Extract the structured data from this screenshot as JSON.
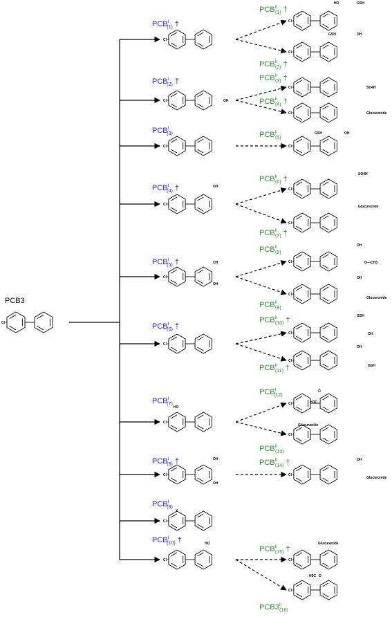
{
  "parent": {
    "label": "PCB3",
    "cl": "Cl"
  },
  "metabolites_I": [
    {
      "id": "i1",
      "base": "PCB",
      "sup": "I",
      "sub": "(1)",
      "dagger": "†",
      "annot": []
    },
    {
      "id": "i2",
      "base": "PCB",
      "sup": "I",
      "sub": "(2)",
      "dagger": "†",
      "annot": [
        "OH"
      ]
    },
    {
      "id": "i3",
      "base": "PCB",
      "sup": "I",
      "sub": "(3)",
      "dagger": "",
      "annot": []
    },
    {
      "id": "i4",
      "base": "PCB",
      "sup": "I",
      "sub": "(4)",
      "dagger": "†",
      "annot": [
        "OH"
      ]
    },
    {
      "id": "i5",
      "base": "PCB",
      "sup": "I",
      "sub": "(5)",
      "dagger": "†",
      "annot": [
        "OH",
        "OH"
      ]
    },
    {
      "id": "i6",
      "base": "PCB",
      "sup": "I",
      "sub": "(6)",
      "dagger": "†",
      "annot": []
    },
    {
      "id": "i7",
      "base": "PCB",
      "sup": "I",
      "sub": "(7)",
      "dagger": "",
      "annot": [
        "HO"
      ]
    },
    {
      "id": "i8",
      "base": "PCB",
      "sup": "I",
      "sub": "(8)",
      "dagger": "†",
      "annot": [
        "OH",
        "OH"
      ]
    },
    {
      "id": "i9",
      "base": "PCB",
      "sup": "I",
      "sub": "(9)",
      "dagger": "",
      "annot": [
        "X"
      ]
    },
    {
      "id": "i10",
      "base": "PCB",
      "sup": "I",
      "sub": "(10)",
      "dagger": "†",
      "annot": [
        "HO"
      ]
    }
  ],
  "metabolites_II": [
    {
      "id": "ii1",
      "base": "PCB",
      "sup": "II",
      "sub": "(1)",
      "dagger": "†",
      "annot": [
        "HO",
        "GSH"
      ]
    },
    {
      "id": "ii2",
      "base": "PCB",
      "sup": "II",
      "sub": "(2)",
      "dagger": "†",
      "annot": [
        "GSH",
        "OH"
      ]
    },
    {
      "id": "ii3",
      "base": "PCB",
      "sup": "II",
      "sub": "(3)",
      "dagger": "†",
      "annot": [
        "SO4H"
      ]
    },
    {
      "id": "ii4",
      "base": "PCB",
      "sup": "II",
      "sub": "(4)",
      "dagger": "†",
      "annot": [
        "Glucuronide"
      ]
    },
    {
      "id": "ii5",
      "base": "PCB",
      "sup": "II",
      "sub": "(5)",
      "dagger": "",
      "annot": [
        "GSH",
        "OH"
      ]
    },
    {
      "id": "ii6",
      "base": "PCB",
      "sup": "II",
      "sub": "(6)",
      "dagger": "†",
      "annot": [
        "SO4H"
      ]
    },
    {
      "id": "ii7",
      "base": "PCB",
      "sup": "II",
      "sub": "(7)",
      "dagger": "†",
      "annot": [
        "Glucuronide"
      ]
    },
    {
      "id": "ii8",
      "base": "PCB",
      "sup": "II",
      "sub": "(8)",
      "dagger": "",
      "annot": [
        "OH",
        "O—CH3"
      ]
    },
    {
      "id": "ii9",
      "base": "PCB",
      "sup": "II",
      "sub": "(9)",
      "dagger": "",
      "annot": [
        "OH",
        "Glucuronide"
      ]
    },
    {
      "id": "ii10",
      "base": "PCB",
      "sup": "II",
      "sub": "(10)",
      "dagger": "†",
      "annot": [
        "GSH",
        "OH"
      ]
    },
    {
      "id": "ii11",
      "base": "PCB",
      "sup": "II",
      "sub": "(11)",
      "dagger": "†",
      "annot": [
        "OH",
        "GSH"
      ]
    },
    {
      "id": "ii12",
      "base": "PCB",
      "sup": "I",
      "sub": "(12)",
      "dagger": "",
      "annot": [
        "H3C",
        "O"
      ]
    },
    {
      "id": "ii13",
      "base": "PCB",
      "sup": "II",
      "sub": "(13)",
      "dagger": "",
      "annot": [
        "Glucuronide"
      ]
    },
    {
      "id": "ii14",
      "base": "PCB",
      "sup": "II",
      "sub": "(14)",
      "dagger": "†",
      "annot": [
        "OH",
        "Glucuronide"
      ]
    },
    {
      "id": "ii15",
      "base": "PCB",
      "sup": "II",
      "sub": "(15)",
      "dagger": "†",
      "annot": [
        "Glucuronide"
      ]
    },
    {
      "id": "ii16",
      "base": "PCB3",
      "sup": "II",
      "sub": "(16)",
      "dagger": "",
      "annot": [
        "H3C",
        "O"
      ]
    }
  ],
  "colors": {
    "phase1": "#2323d6",
    "phase2": "#2b8a2b",
    "lines": "#000000"
  }
}
